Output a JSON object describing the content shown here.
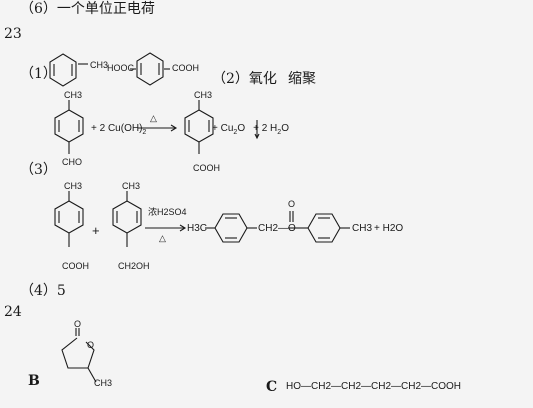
{
  "header": {
    "text": "（6）一个单位正电荷"
  },
  "q23": {
    "number": "23",
    "p1": {
      "label": "（1）",
      "toluene_sub": "CH3",
      "tpa_left": "HOOC",
      "tpa_right": "COOH"
    },
    "p2": {
      "label": "（2）氧化",
      "label2": "缩聚"
    },
    "p3": {
      "label": "（3）",
      "r1_top": "CH3",
      "r1_bottom": "CHO",
      "plus1": "+ 2 Cu(OH)",
      "plus1_sub": "2",
      "arrow_cond": "△",
      "p1_top": "CH3",
      "p1_bottom": "COOH",
      "byproducts": "+ Cu",
      "byproducts_sub": "2",
      "byproducts2": "O",
      "byproducts3": "+ 2 H",
      "byproducts3_sub": "2",
      "byproducts4": "O"
    },
    "p3b": {
      "a_top": "CH3",
      "a_bottom": "COOH",
      "plus": "+",
      "b_top": "CH3",
      "b_bottom": "CH2OH",
      "cond_top": "浓H2SO4",
      "cond_bottom": "△",
      "ester_left": "H3C",
      "ester_mid": "CH2—O",
      "ester_right": "CH3",
      "ester_o": "O",
      "water": "+ H2O"
    },
    "p4": {
      "label": "（4）5"
    }
  },
  "q24": {
    "number": "24",
    "b_label": "B",
    "b_o_top": "O",
    "b_o_ring": "O",
    "b_ch3": "CH3",
    "c_label": "C",
    "c_formula": "HO—CH2—CH2—CH2—CH2—COOH"
  }
}
